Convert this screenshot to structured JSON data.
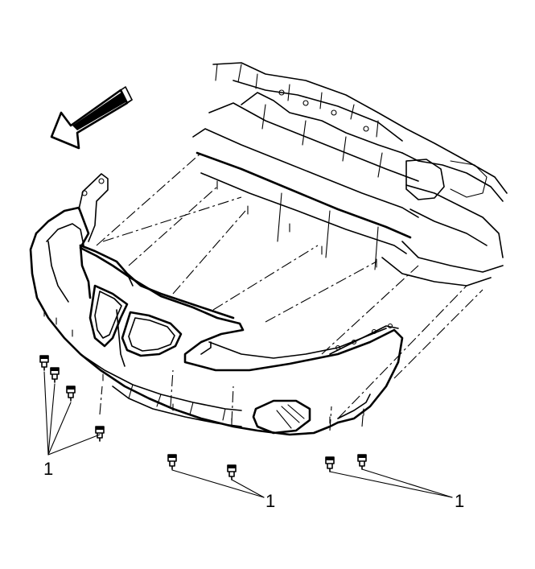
{
  "diagram": {
    "callouts": [
      {
        "id": "left",
        "label": "1"
      },
      {
        "id": "center",
        "label": "1"
      },
      {
        "id": "right",
        "label": "1"
      }
    ],
    "arrow": {
      "meaning": "front-of-vehicle-direction"
    }
  }
}
